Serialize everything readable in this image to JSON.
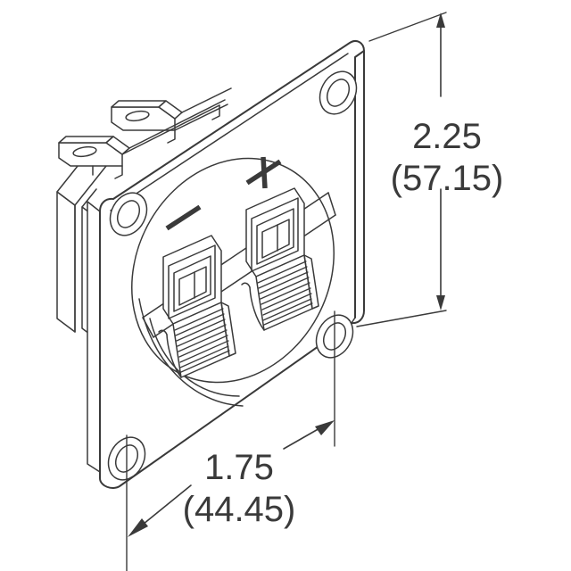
{
  "drawing": {
    "title": "Dual Binding Post Speaker Terminal - Isometric Dimensioned View",
    "subject": "two-position spring-clip speaker terminal panel mount connector",
    "projection": "isometric",
    "line_color": "#3a3a3a",
    "background_color": "#ffffff",
    "units_note": "inches with millimeters in parentheses"
  },
  "dimensions": {
    "height": {
      "name": "overall-height",
      "primary": "2.25",
      "secondary": "(57.15)",
      "orientation": "vertical",
      "position": "right"
    },
    "width": {
      "name": "overall-width",
      "primary": "1.75",
      "secondary": "(44.45)",
      "orientation": "horizontal",
      "position": "bottom"
    }
  },
  "polarity": {
    "positive": "+",
    "negative": "–"
  },
  "features": {
    "mounting_holes": "4 countersunk corner mounting holes",
    "solder_tabs": "2 slotted solder tabs",
    "terminals": "2 ribbed spring-clip push buttons",
    "recess": "oval front recess"
  }
}
